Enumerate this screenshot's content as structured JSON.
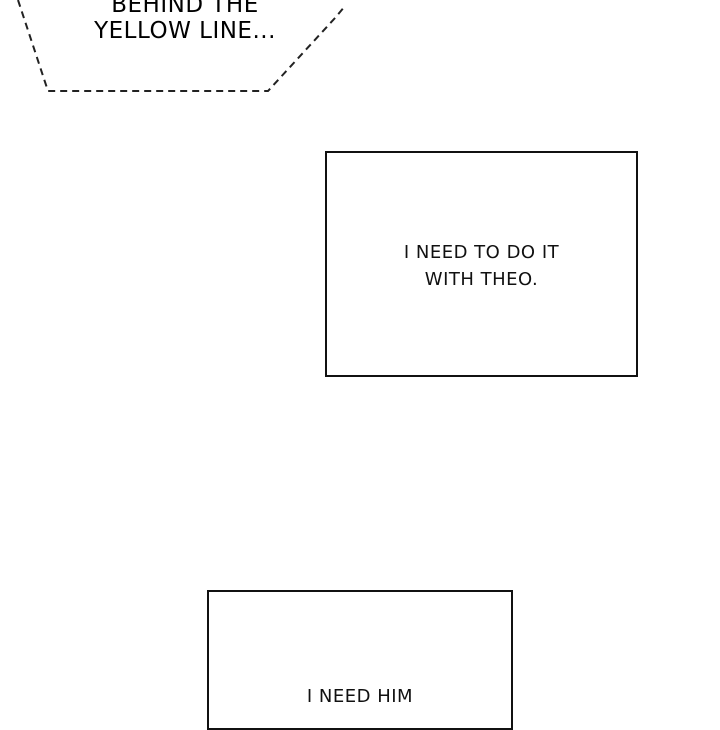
{
  "bubble": {
    "lines": [
      "BEHIND THE",
      "YELLOW LINE..."
    ]
  },
  "caption_boxes": [
    {
      "lines": [
        "I NEED TO DO IT",
        "WITH THEO."
      ]
    },
    {
      "lines": [
        "I NEED HIM"
      ]
    }
  ]
}
